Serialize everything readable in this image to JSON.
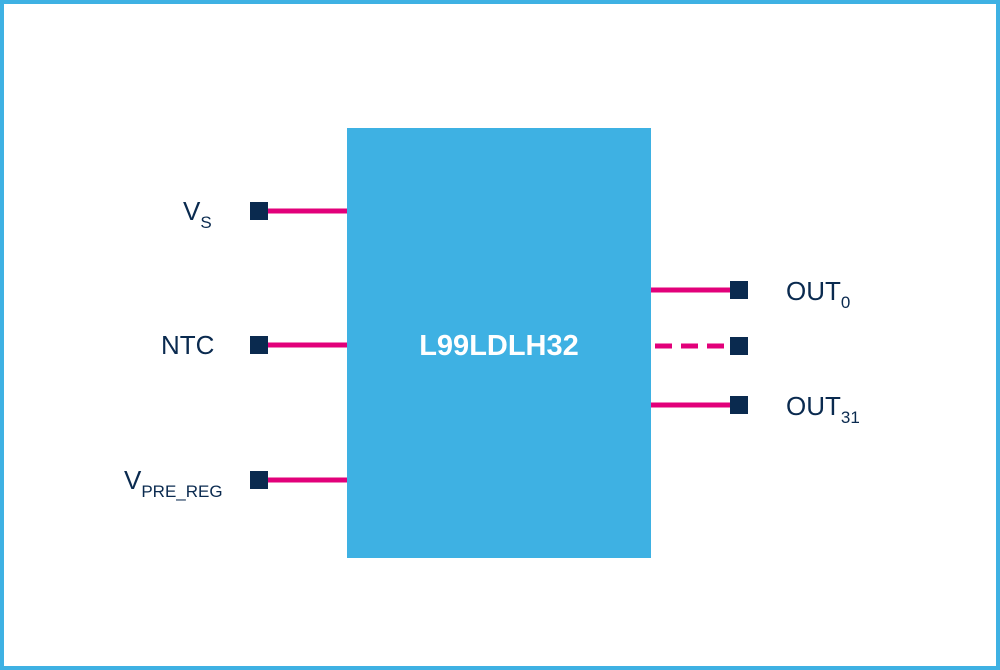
{
  "colors": {
    "border": "#3eb1e3",
    "chip": "#3eb1e3",
    "wire": "#e2007a",
    "pin": "#0a2a4f",
    "text": "#0a2a4f",
    "chip_text": "#ffffff"
  },
  "chip": {
    "label": "L99LDLH32"
  },
  "inputs": [
    {
      "name": "V",
      "sub": "S"
    },
    {
      "name": "NTC",
      "sub": ""
    },
    {
      "name": "V",
      "sub": "PRE_REG"
    }
  ],
  "outputs": [
    {
      "name": "OUT",
      "sub": "0"
    },
    {
      "name": "",
      "sub": "",
      "dashed": true
    },
    {
      "name": "OUT",
      "sub": "31"
    }
  ]
}
